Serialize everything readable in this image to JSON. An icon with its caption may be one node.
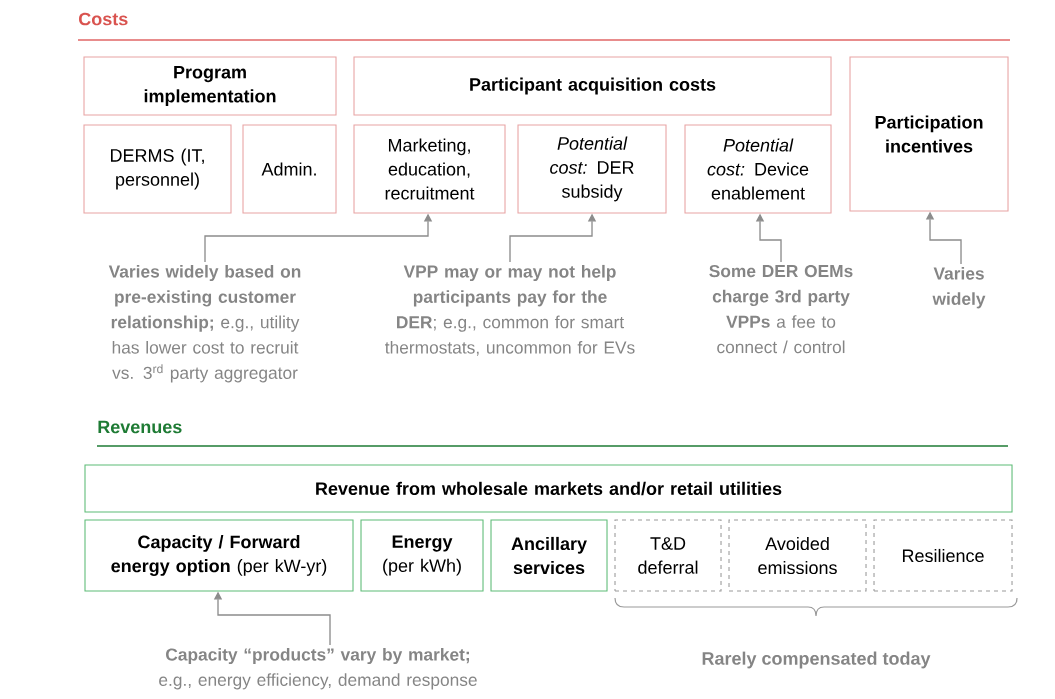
{
  "diagram": {
    "nodes": [
      {
        "text": [
          "Program implementation"
        ]
      },
      {
        "text": [
          "Participant acquisition costs"
        ]
      },
      {
        "text": [
          "Participation incentives"
        ]
      },
      {
        "text": [
          "DERMS (IT, personnel)"
        ]
      },
      {
        "text": [
          "Admin."
        ]
      },
      {
        "text": [
          "Marketing, education, recruitment"
        ]
      },
      {
        "text": [
          "*Potential cost:* DER subsidy"
        ]
      },
      {
        "text": [
          "*Potential cost:* Device enablement"
        ]
      },
      {
        "text": [
          "**Varies widely based on pre-existing customer relationship;** e.g., utility has lower cost to recruit vs. 3$^{rd}$ party aggregator"
        ]
      },
      {
        "text": [
          "**VPP may or may not help participants pay for the DER**; e.g., common for smart thermostats, uncommon for EVs"
        ]
      },
      {
        "text": [
          "**Some DER OEMs charge 3rd party VPPs** a fee to connect / control"
        ]
      },
      {
        "text": [
          "Varies widely"
        ]
      },
      {
        "text": [
          "Revenue from wholesale markets and/or retail utilities"
        ]
      },
      {
        "text": [
          "**Capacity / Forward energy option** (per kW-yr)"
        ]
      },
      {
        "text": [
          "**Energy** (per kWh)"
        ]
      },
      {
        "text": [
          "Ancillary services"
        ]
      },
      {
        "text": [
          "T&D deferral"
        ]
      },
      {
        "text": [
          "Avoided emissions"
        ]
      },
      {
        "text": [
          "Resilience"
        ]
      },
      {
        "text": [
          "**Capacity “products” vary by market;** e.g., energy efficiency, demand response"
        ]
      }
    ],
    "edges": [
      {
        "from": 8,
        "to": 5,
        "arrow": "to"
      },
      {
        "from": 9,
        "to": 6,
        "arrow": "to"
      },
      {
        "from": 10,
        "to": 7,
        "arrow": "to"
      },
      {
        "from": 11,
        "to": 2,
        "arrow": "to"
      },
      {
        "from": 19,
        "to": 13,
        "arrow": "to"
      }
    ],
    "labels": [
      "Costs",
      "Revenues",
      "Rarely compensated today"
    ]
  }
}
